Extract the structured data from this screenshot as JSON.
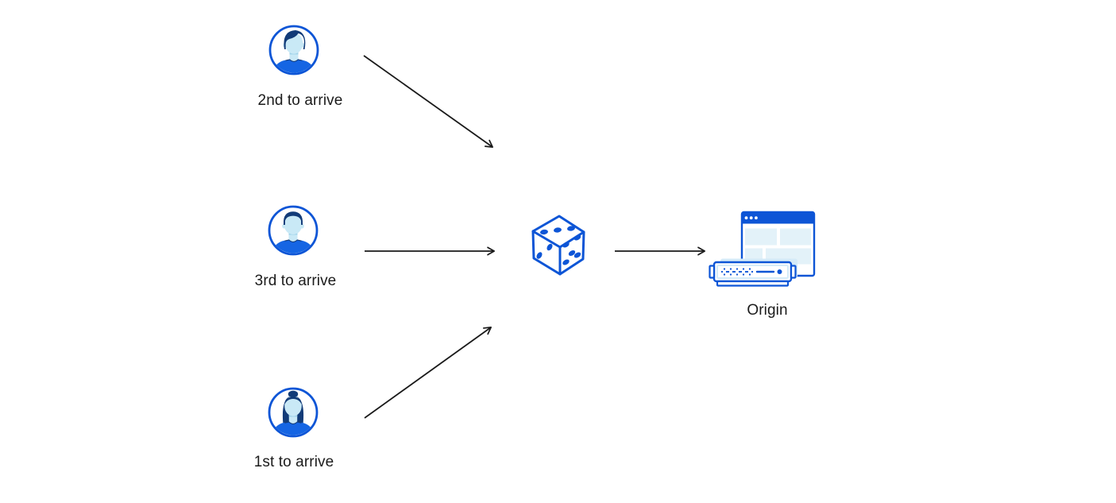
{
  "diagram": {
    "kind": "request-routing-illustration",
    "background": "#FFFFFF",
    "palette": {
      "primary_blue": "#0D55D6",
      "shirt_blue": "#1565E3",
      "hair_navy": "#123B78",
      "skin_light_blue": "#C9E9F6",
      "skin_shadow_blue": "#9FD2E9",
      "panel_light_blue": "#E3F2F9",
      "shadow_light_blue": "#D5EBF8",
      "arrow_black": "#1A1A1A",
      "label_text": "#1B1B1B"
    },
    "users": [
      {
        "label": "2nd to arrive",
        "icon": "user-avatar-man-swept-hair-icon"
      },
      {
        "label": "3rd to arrive",
        "icon": "user-avatar-man-short-hair-icon"
      },
      {
        "label": "1st to arrive",
        "icon": "user-avatar-woman-bun-icon"
      }
    ],
    "router": {
      "icon": "dice-icon"
    },
    "origin": {
      "label": "Origin",
      "icon": "origin-server-browser-icon"
    },
    "connections": [
      {
        "from": "2nd to arrive",
        "to": "dice"
      },
      {
        "from": "3rd to arrive",
        "to": "dice"
      },
      {
        "from": "1st to arrive",
        "to": "dice"
      },
      {
        "from": "dice",
        "to": "Origin"
      }
    ]
  }
}
